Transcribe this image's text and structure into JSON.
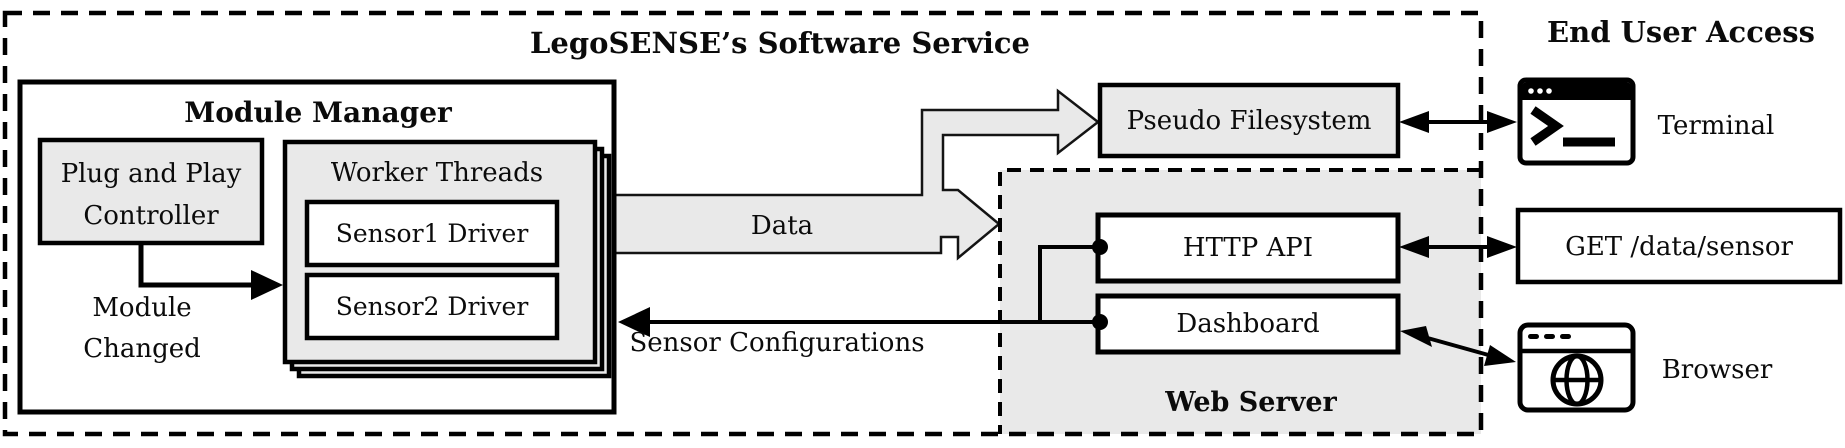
{
  "diagram": {
    "outer_title": "LegoSENSE’s Software Service",
    "end_user_title": "End User Access",
    "module_manager": {
      "title": "Module Manager",
      "pnp_line1": "Plug and Play",
      "pnp_line2": "Controller",
      "worker_threads_title": "Worker Threads",
      "driver1": "Sensor1 Driver",
      "driver2": "Sensor2 Driver",
      "event_line1": "Module",
      "event_line2": "Changed"
    },
    "flows": {
      "data": "Data",
      "sensor_config": "Sensor Configurations"
    },
    "pseudo_filesystem": "Pseudo Filesystem",
    "web_server": {
      "title": "Web Server",
      "http_api": "HTTP API",
      "dashboard": "Dashboard"
    },
    "end_user": {
      "terminal": "Terminal",
      "http_request": "GET /data/sensor",
      "browser": "Browser"
    },
    "colors": {
      "fill_gray": "#e9e9e9",
      "stroke": "#000000",
      "background": "#ffffff"
    }
  }
}
